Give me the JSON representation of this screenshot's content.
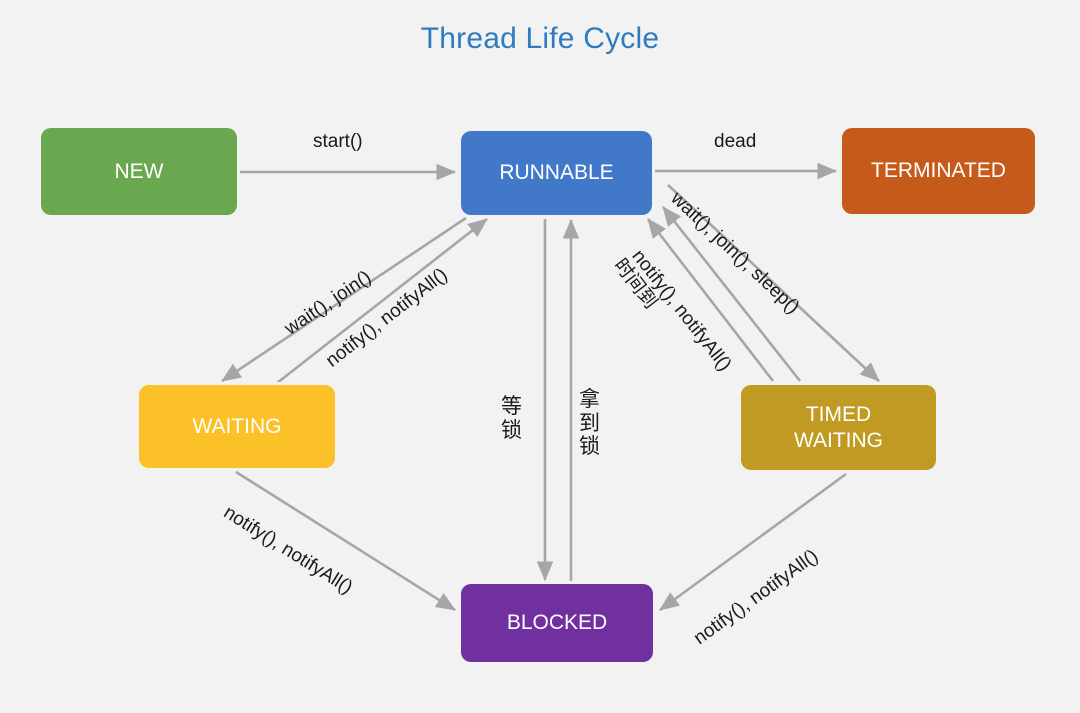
{
  "title": "Thread Life Cycle",
  "theme": {
    "background": "#f2f2f2",
    "title_color": "#2e7cc0",
    "edge_color": "#a6a6a6",
    "label_color": "#1a1a1a"
  },
  "nodes": [
    {
      "id": "new",
      "label": "NEW",
      "color": "#6aa84f"
    },
    {
      "id": "runnable",
      "label": "RUNNABLE",
      "color": "#4178c8"
    },
    {
      "id": "terminated",
      "label": "TERMINATED",
      "color": "#c55a1b"
    },
    {
      "id": "waiting",
      "label": "WAITING",
      "color": "#fcc028"
    },
    {
      "id": "timed",
      "label": "TIMED\nWAITING",
      "color": "#c09a22"
    },
    {
      "id": "blocked",
      "label": "BLOCKED",
      "color": "#7030a0"
    }
  ],
  "edges": [
    {
      "id": "new-runnable",
      "from": "NEW",
      "to": "RUNNABLE",
      "label": "start()"
    },
    {
      "id": "runnable-terminated",
      "from": "RUNNABLE",
      "to": "TERMINATED",
      "label": "dead"
    },
    {
      "id": "runnable-waiting",
      "from": "RUNNABLE",
      "to": "WAITING",
      "label": "wait(), join()"
    },
    {
      "id": "waiting-runnable",
      "from": "WAITING",
      "to": "RUNNABLE",
      "label": "notify(), notifyAll()"
    },
    {
      "id": "runnable-timed",
      "from": "RUNNABLE",
      "to": "TIMED WAITING",
      "label": "wait(), join(), sleep()"
    },
    {
      "id": "timed-runnable",
      "from": "TIMED WAITING",
      "to": "RUNNABLE",
      "label": "notify(), notifyAll()"
    },
    {
      "id": "timed-runnable-time",
      "from": "TIMED WAITING",
      "to": "RUNNABLE",
      "label": "时间到"
    },
    {
      "id": "runnable-blocked",
      "from": "RUNNABLE",
      "to": "BLOCKED",
      "label": "等锁"
    },
    {
      "id": "blocked-runnable",
      "from": "BLOCKED",
      "to": "RUNNABLE",
      "label": "拿到锁"
    },
    {
      "id": "waiting-blocked",
      "from": "WAITING",
      "to": "BLOCKED",
      "label": "notify(), notifyAll()"
    },
    {
      "id": "timed-blocked",
      "from": "TIMED WAITING",
      "to": "BLOCKED",
      "label": "notify(), notifyAll()"
    }
  ]
}
